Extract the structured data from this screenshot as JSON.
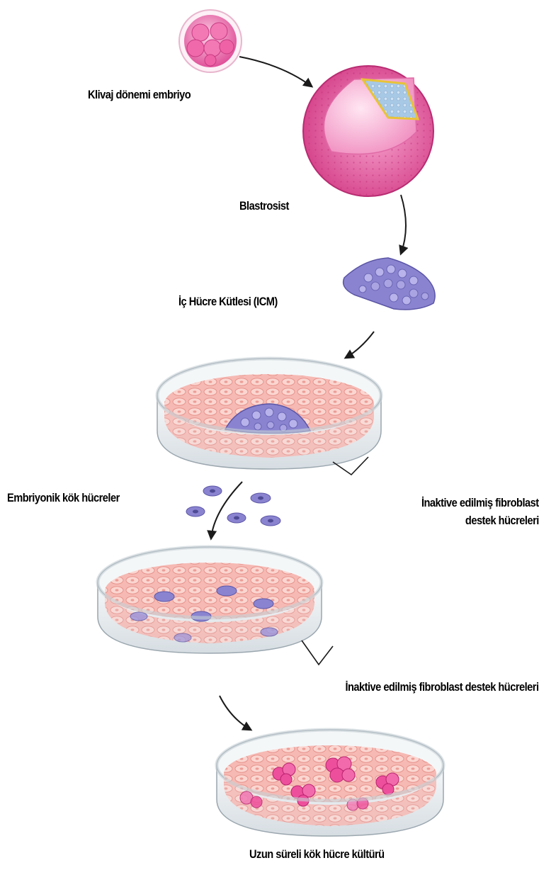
{
  "labels": {
    "cleavage_embryo": "Klivaj dönemi embriyo",
    "blastocyst": "Blastrosist",
    "inner_cell_mass": "İç Hücre Kütlesi (ICM)",
    "embryonic_stem_cells": "Embriyonik kök hücreler",
    "feeder_cells_1_line1": "İnaktive edilmiş fibroblast",
    "feeder_cells_1_line2": "destek hücreleri",
    "feeder_cells_2": "İnaktive edilmiş fibroblast destek hücreleri",
    "long_term_culture": "Uzun süreli kök hücre kültürü"
  },
  "colors": {
    "embryo_pink": "#e0529a",
    "blastocyst_pink": "#e54f97",
    "icm_purple": "#8a84d0",
    "fibroblast_pink": "#f2a8a3",
    "stem_cell_purple": "#7f7ac8",
    "colony_magenta": "#ee4f9c",
    "dish_glass": "#e7ecef",
    "arrow": "#1a1a1a"
  }
}
